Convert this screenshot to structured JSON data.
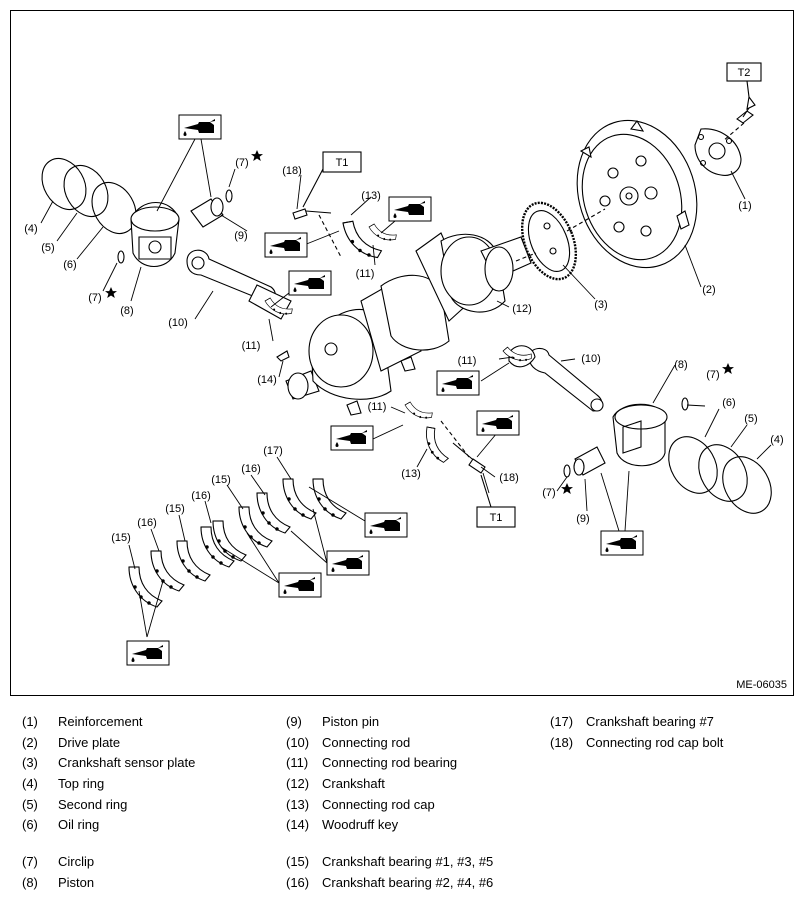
{
  "figure_id": "ME-06035",
  "callouts": {
    "c1": "(1)",
    "c2": "(2)",
    "c3": "(3)",
    "c4a": "(4)",
    "c4b": "(4)",
    "c5a": "(5)",
    "c5b": "(5)",
    "c6a": "(6)",
    "c6b": "(6)",
    "c7a": "(7)",
    "c7b": "(7)",
    "c7c": "(7)",
    "c7d": "(7)",
    "c8a": "(8)",
    "c8b": "(8)",
    "c9a": "(9)",
    "c9b": "(9)",
    "c10a": "(10)",
    "c10b": "(10)",
    "c11a": "(11)",
    "c11b": "(11)",
    "c11c": "(11)",
    "c11d": "(11)",
    "c12": "(12)",
    "c13a": "(13)",
    "c13b": "(13)",
    "c14": "(14)",
    "c15a": "(15)",
    "c15b": "(15)",
    "c15c": "(15)",
    "c16a": "(16)",
    "c16b": "(16)",
    "c16c": "(16)",
    "c17": "(17)",
    "c18a": "(18)",
    "c18b": "(18)"
  },
  "torque": {
    "t1a": "T1",
    "t1b": "T1",
    "t2": "T2"
  },
  "legend": [
    {
      "num": "(1)",
      "label": "Reinforcement"
    },
    {
      "num": "(2)",
      "label": "Drive plate"
    },
    {
      "num": "(3)",
      "label": "Crankshaft sensor plate"
    },
    {
      "num": "(4)",
      "label": "Top ring"
    },
    {
      "num": "(5)",
      "label": "Second ring"
    },
    {
      "num": "(6)",
      "label": "Oil ring"
    },
    {
      "num": "(7)",
      "label": "Circlip"
    },
    {
      "num": "(8)",
      "label": "Piston"
    },
    {
      "num": "(9)",
      "label": "Piston pin"
    },
    {
      "num": "(10)",
      "label": "Connecting rod"
    },
    {
      "num": "(11)",
      "label": "Connecting rod bearing"
    },
    {
      "num": "(12)",
      "label": "Crankshaft"
    },
    {
      "num": "(13)",
      "label": "Connecting rod cap"
    },
    {
      "num": "(14)",
      "label": "Woodruff key"
    },
    {
      "num": "(15)",
      "label": "Crankshaft bearing #1, #3, #5"
    },
    {
      "num": "(16)",
      "label": "Crankshaft bearing #2, #4, #6"
    },
    {
      "num": "(17)",
      "label": "Crankshaft bearing #7"
    },
    {
      "num": "(18)",
      "label": "Connecting rod cap bolt"
    }
  ],
  "icons": [
    "oil-can-icon",
    "star-icon"
  ]
}
